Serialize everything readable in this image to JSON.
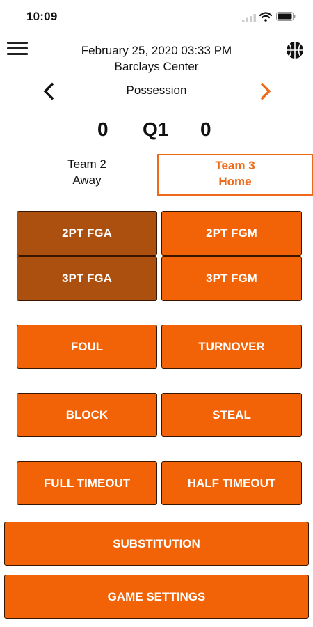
{
  "status_bar": {
    "time": "10:09"
  },
  "header": {
    "datetime": "February 25, 2020 03:33 PM",
    "venue": "Barclays Center"
  },
  "possession": {
    "label": "Possession"
  },
  "score": {
    "away": "0",
    "quarter": "Q1",
    "home": "0"
  },
  "teams": {
    "away": {
      "name": "Team 2",
      "side": "Away"
    },
    "home": {
      "name": "Team 3",
      "side": "Home"
    }
  },
  "actions": {
    "fga2": "2PT FGA",
    "fgm2": "2PT FGM",
    "fga3": "3PT FGA",
    "fgm3": "3PT FGM",
    "foul": "FOUL",
    "turnover": "TURNOVER",
    "block": "BLOCK",
    "steal": "STEAL",
    "full_timeout": "FULL TIMEOUT",
    "half_timeout": "HALF TIMEOUT",
    "substitution": "SUBSTITUTION",
    "game_settings": "GAME SETTINGS"
  },
  "colors": {
    "accent": "#f26207",
    "accent_dark": "#ac500f",
    "home_outline": "#ee6a1a",
    "next_arrow": "#ee6a1a"
  },
  "icons": {
    "menu": "hamburger-menu-icon",
    "ball": "basketball-icon",
    "prev": "chevron-left-icon",
    "next": "chevron-right-icon"
  }
}
